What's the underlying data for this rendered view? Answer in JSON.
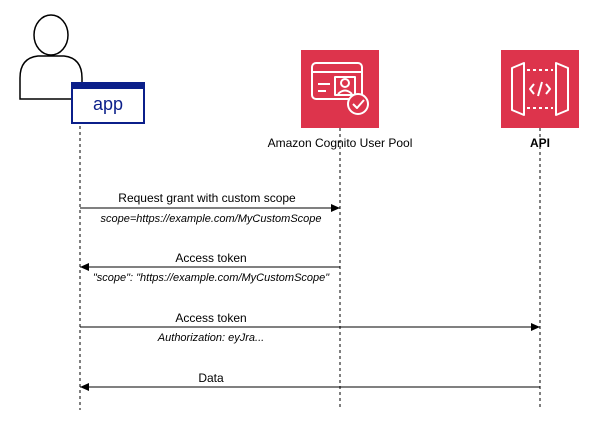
{
  "actors": {
    "app": {
      "label": "app"
    },
    "cognito": {
      "label": "Amazon Cognito User Pool",
      "color": "#dd344c"
    },
    "api": {
      "label": "API",
      "color": "#dd344c"
    }
  },
  "messages": [
    {
      "label": "Request grant with custom scope",
      "detail": "scope=https://example.com/MyCustomScope",
      "from": "app",
      "to": "cognito"
    },
    {
      "label": "Access token",
      "detail": "\"scope\": \"https://example.com/MyCustomScope\"",
      "from": "cognito",
      "to": "app"
    },
    {
      "label": "Access token",
      "detail": "Authorization: eyJra...",
      "from": "app",
      "to": "api"
    },
    {
      "label": "Data",
      "detail": "",
      "from": "api",
      "to": "app"
    }
  ]
}
